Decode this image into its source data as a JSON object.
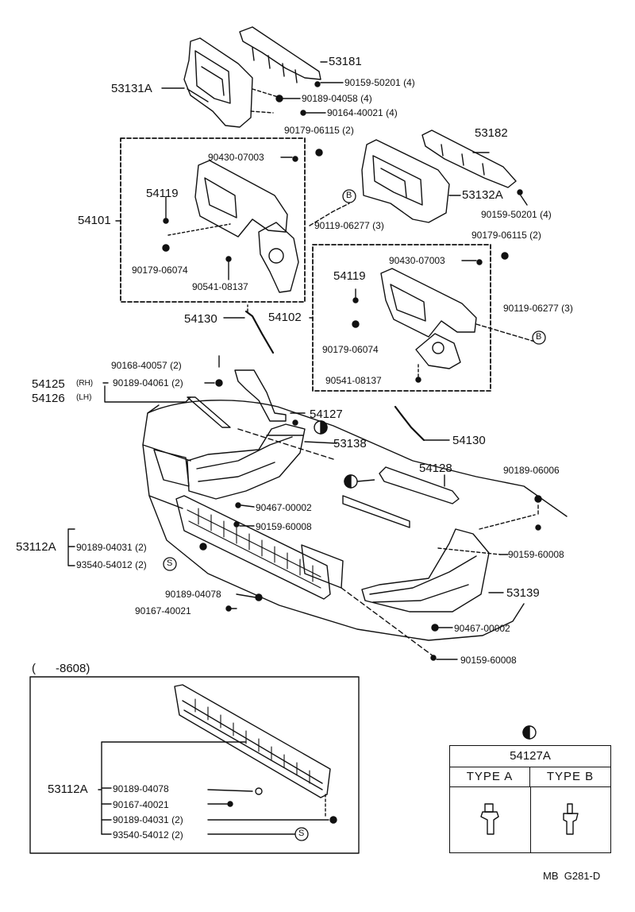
{
  "inset_header": "(      -8608)",
  "legend_table": {
    "part": "54127A",
    "type_a": "TYPE  A",
    "type_b": "TYPE  B"
  },
  "footer_code": "MB  G281-D",
  "callout_letters": [
    "B",
    "B",
    "S",
    "S"
  ],
  "labels": [
    {
      "id": "53181",
      "text": "53181",
      "size": "big"
    },
    {
      "id": "53131A",
      "text": "53131A",
      "size": "big"
    },
    {
      "id": "90159-50201-a",
      "text": "90159-50201 (4)",
      "size": "sm"
    },
    {
      "id": "90189-04058",
      "text": "90189-04058 (4)",
      "size": "sm"
    },
    {
      "id": "90164-40021",
      "text": "90164-40021 (4)",
      "size": "sm"
    },
    {
      "id": "90179-06115-a",
      "text": "90179-06115 (2)",
      "size": "sm"
    },
    {
      "id": "53182",
      "text": "53182",
      "size": "big"
    },
    {
      "id": "90430-07003-a",
      "text": "90430-07003",
      "size": "sm"
    },
    {
      "id": "54119-a",
      "text": "54119",
      "size": "big"
    },
    {
      "id": "54101",
      "text": "54101",
      "size": "big"
    },
    {
      "id": "53132A",
      "text": "53132A",
      "size": "big"
    },
    {
      "id": "90159-50201-b",
      "text": "90159-50201 (4)",
      "size": "sm"
    },
    {
      "id": "90119-06277-a",
      "text": "90119-06277 (3)",
      "size": "sm"
    },
    {
      "id": "90179-06074-a",
      "text": "90179-06074",
      "size": "sm"
    },
    {
      "id": "90541-08137-a",
      "text": "90541-08137",
      "size": "sm"
    },
    {
      "id": "90179-06115-b",
      "text": "90179-06115 (2)",
      "size": "sm"
    },
    {
      "id": "90430-07003-b",
      "text": "90430-07003",
      "size": "sm"
    },
    {
      "id": "54119-b",
      "text": "54119",
      "size": "big"
    },
    {
      "id": "54130-a",
      "text": "54130",
      "size": "big"
    },
    {
      "id": "54102",
      "text": "54102",
      "size": "big"
    },
    {
      "id": "90119-06277-b",
      "text": "90119-06277 (3)",
      "size": "sm"
    },
    {
      "id": "90179-06074-b",
      "text": "90179-06074",
      "size": "sm"
    },
    {
      "id": "90168-40057",
      "text": "90168-40057 (2)",
      "size": "sm"
    },
    {
      "id": "54125",
      "text": "54125",
      "size": "big"
    },
    {
      "id": "rh",
      "text": "(RH)",
      "size": "sm"
    },
    {
      "id": "90189-04061",
      "text": "90189-04061 (2)",
      "size": "sm"
    },
    {
      "id": "54126",
      "text": "54126",
      "size": "big"
    },
    {
      "id": "lh",
      "text": "(LH)",
      "size": "sm"
    },
    {
      "id": "90541-08137-b",
      "text": "90541-08137",
      "size": "sm"
    },
    {
      "id": "54127",
      "text": "54127",
      "size": "big"
    },
    {
      "id": "53138",
      "text": "53138",
      "size": "big"
    },
    {
      "id": "54130-b",
      "text": "54130",
      "size": "big"
    },
    {
      "id": "54128",
      "text": "54128",
      "size": "big"
    },
    {
      "id": "90189-06006",
      "text": "90189-06006",
      "size": "sm"
    },
    {
      "id": "90467-00002-a",
      "text": "90467-00002",
      "size": "sm"
    },
    {
      "id": "90159-60008-a",
      "text": "90159-60008",
      "size": "sm"
    },
    {
      "id": "53112A-a",
      "text": "53112A",
      "size": "big"
    },
    {
      "id": "90189-04031-a",
      "text": "90189-04031 (2)",
      "size": "sm"
    },
    {
      "id": "93540-54012-a",
      "text": "93540-54012 (2)",
      "size": "sm"
    },
    {
      "id": "90159-60008-b",
      "text": "90159-60008",
      "size": "sm"
    },
    {
      "id": "53139",
      "text": "53139",
      "size": "big"
    },
    {
      "id": "90189-04078-a",
      "text": "90189-04078",
      "size": "sm"
    },
    {
      "id": "90167-40021-a",
      "text": "90167-40021",
      "size": "sm"
    },
    {
      "id": "90467-00002-b",
      "text": "90467-00002",
      "size": "sm"
    },
    {
      "id": "90159-60008-c",
      "text": "90159-60008",
      "size": "sm"
    },
    {
      "id": "53112A-b",
      "text": "53112A",
      "size": "big"
    },
    {
      "id": "90189-04078-b",
      "text": "90189-04078",
      "size": "sm"
    },
    {
      "id": "90167-40021-b",
      "text": "90167-40021",
      "size": "sm"
    },
    {
      "id": "90189-04031-b",
      "text": "90189-04031 (2)",
      "size": "sm"
    },
    {
      "id": "93540-54012-b",
      "text": "93540-54012 (2)",
      "size": "sm"
    }
  ]
}
